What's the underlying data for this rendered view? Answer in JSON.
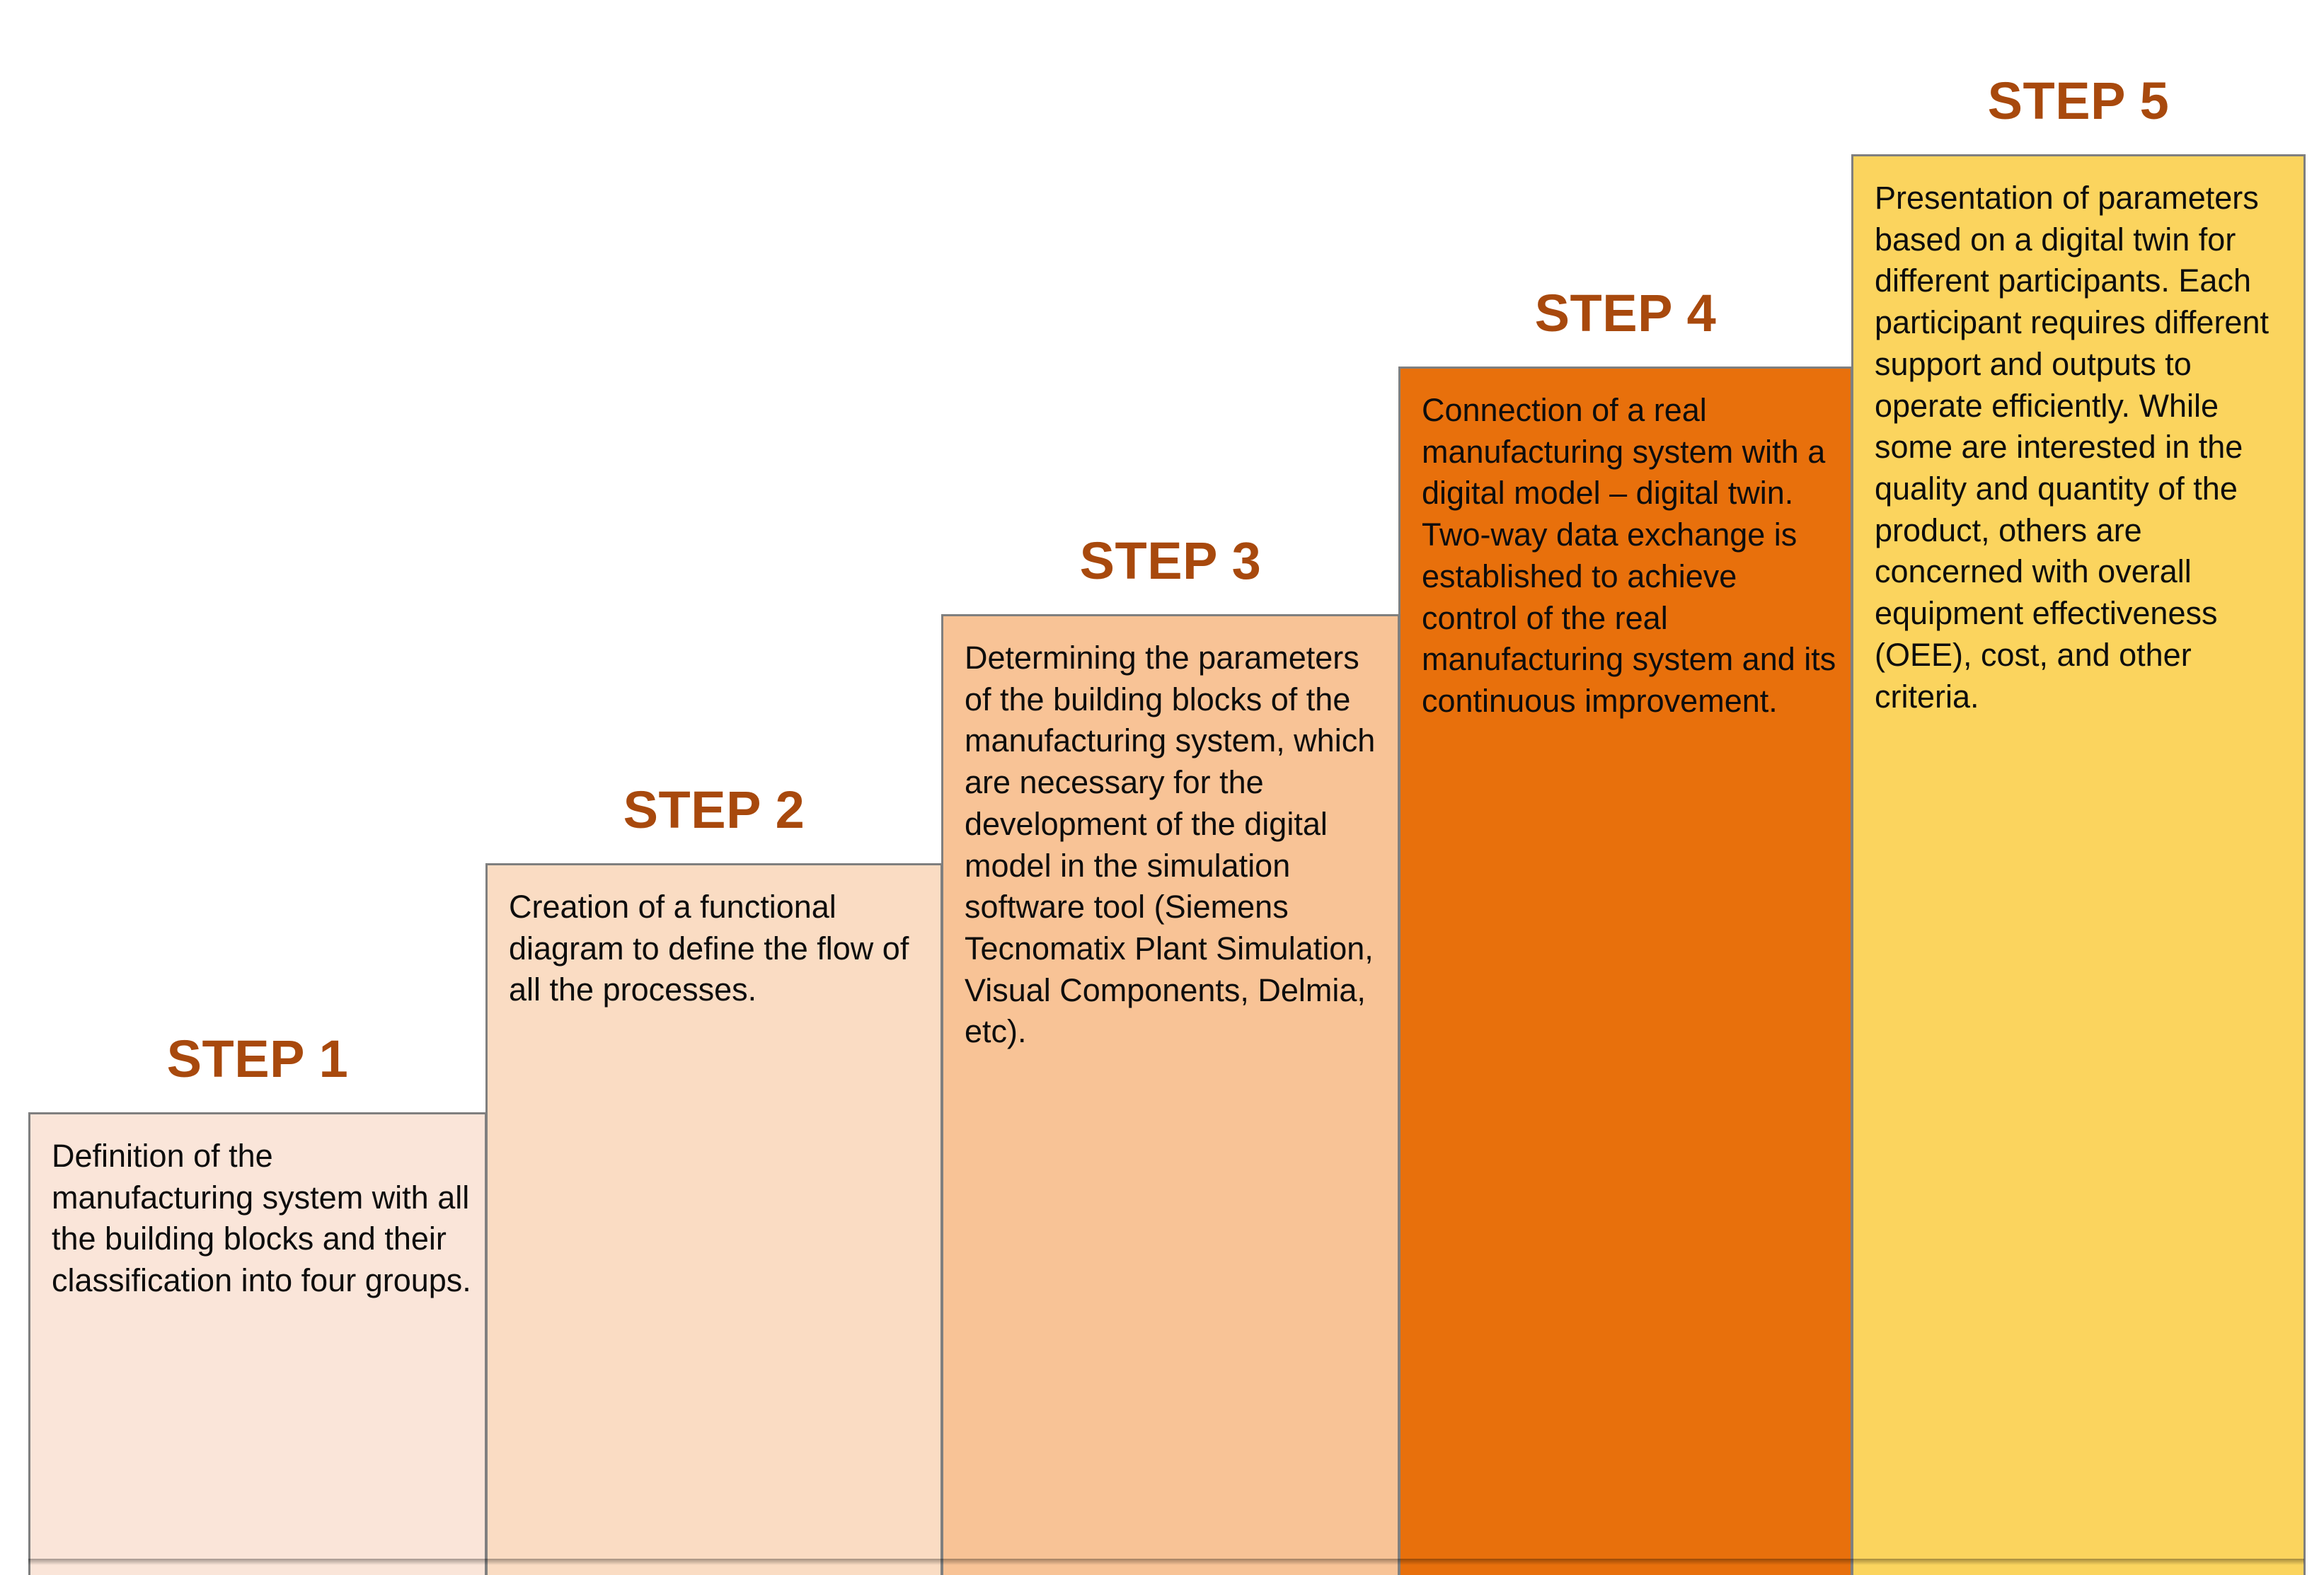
{
  "diagram": {
    "type": "ascending-staircase-steps",
    "step_count": 5,
    "title_color": "#A8490D",
    "body_text_color": "#0D0D0D",
    "border_color": "#7F7F7F",
    "background": "#FFFFFF",
    "steps": [
      {
        "id": "step-1",
        "title": "STEP 1",
        "body": "Definition of the manufacturing system with all the building blocks and their classification into four groups.",
        "fill": "#FAE5D9"
      },
      {
        "id": "step-2",
        "title": "STEP 2",
        "body": "Creation of a functional diagram to define the flow of all the processes.",
        "fill": "#FADCC3"
      },
      {
        "id": "step-3",
        "title": "STEP 3",
        "body": "Determining the parameters of the building blocks of the manufacturing system, which are necessary for the development of the digital model in the simulation software tool (Siemens Tecnomatix Plant Simulation, Visual Components, Delmia, etc).",
        "fill": "#F8C396"
      },
      {
        "id": "step-4",
        "title": "STEP 4",
        "body": "Connection of a real manufacturing system with a digital model – digital twin. Two-way data exchange is established to achieve control of the real manufacturing system and its continuous improvement.",
        "fill": "#E8700C"
      },
      {
        "id": "step-5",
        "title": "STEP 5",
        "body": "Presentation of parameters based on a digital twin for different participants. Each participant requires different support and outputs to operate efficiently. While some are interested in the quality and quantity of the product, others are concerned with overall equipment effectiveness (OEE), cost, and other criteria.",
        "fill": "#FBD45E"
      }
    ]
  }
}
